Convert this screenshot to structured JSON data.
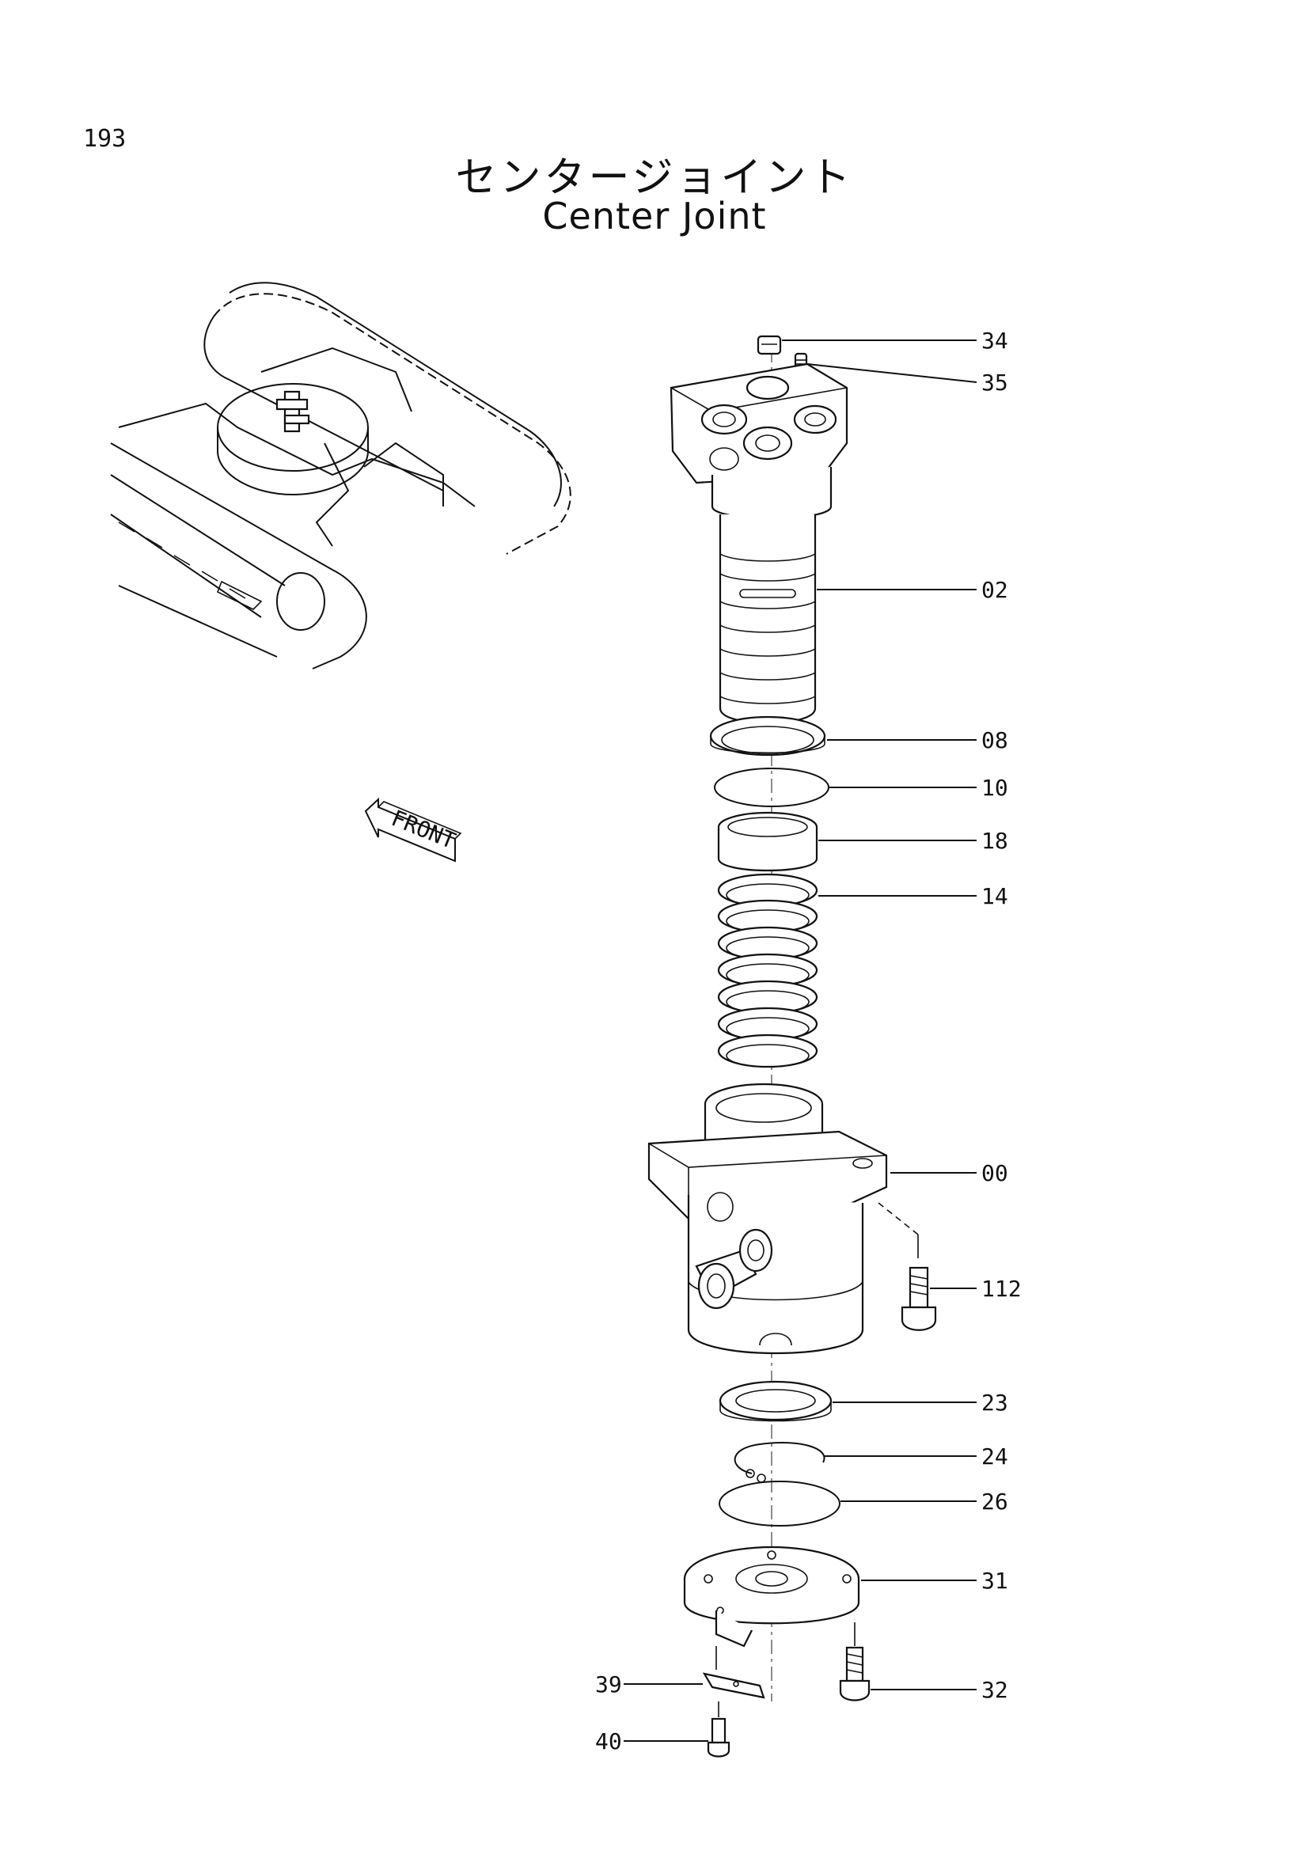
{
  "page_number": "193",
  "title_ja": "センタージョイント",
  "title_en": "Center Joint",
  "front_marker": "FRONT",
  "callouts": [
    {
      "id": "34",
      "label": "34"
    },
    {
      "id": "35",
      "label": "35"
    },
    {
      "id": "02",
      "label": "02"
    },
    {
      "id": "08",
      "label": "08"
    },
    {
      "id": "10",
      "label": "10"
    },
    {
      "id": "18",
      "label": "18"
    },
    {
      "id": "14",
      "label": "14"
    },
    {
      "id": "00",
      "label": "00"
    },
    {
      "id": "112",
      "label": "112"
    },
    {
      "id": "23",
      "label": "23"
    },
    {
      "id": "24",
      "label": "24"
    },
    {
      "id": "26",
      "label": "26"
    },
    {
      "id": "31",
      "label": "31"
    },
    {
      "id": "32",
      "label": "32"
    },
    {
      "id": "39",
      "label": "39"
    },
    {
      "id": "40",
      "label": "40"
    }
  ]
}
